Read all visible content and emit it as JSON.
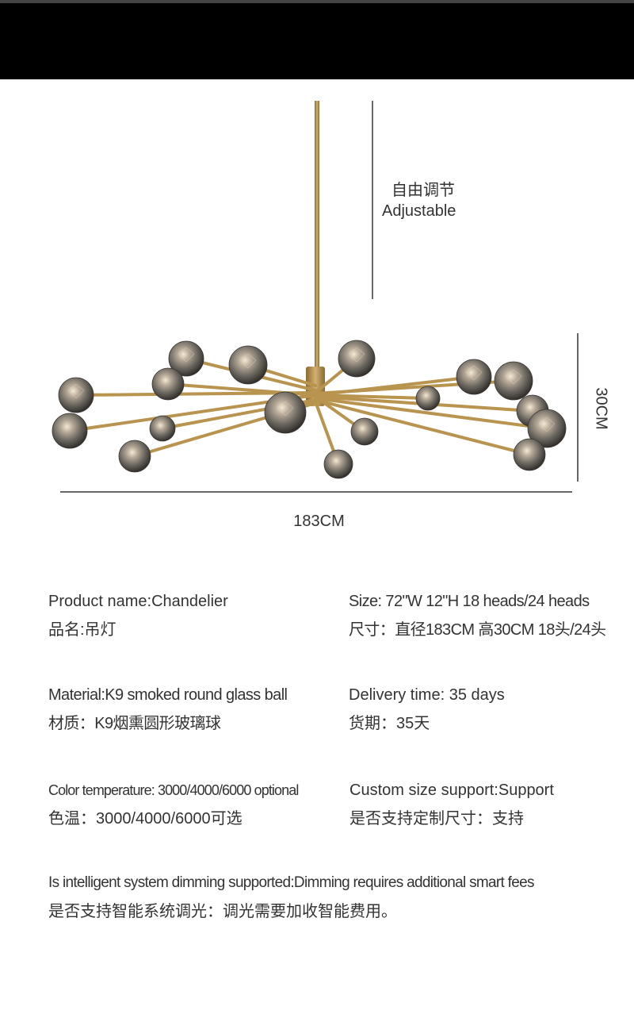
{
  "diagram": {
    "adjustable_cn": "自由调节",
    "adjustable_en": "Adjustable",
    "height": "30CM",
    "width": "183CM"
  },
  "specs": {
    "product_name": {
      "en": "Product name:Chandelier",
      "cn": "品名:吊灯"
    },
    "size": {
      "en": "Size: 72\"W 12\"H 18 heads/24 heads",
      "cn": "尺寸：直径183CM  高30CM 18头/24头"
    },
    "material": {
      "en": "Material:K9 smoked round glass ball",
      "cn": "材质：K9烟熏圆形玻璃球"
    },
    "delivery": {
      "en": "Delivery time: 35 days",
      "cn": "货期：35天"
    },
    "color_temperature": {
      "en": "Color temperature: 3000/4000/6000 optional",
      "cn": "色温：3000/4000/6000可选"
    },
    "custom_size": {
      "en": "Custom size support:Support",
      "cn": "是否支持定制尺寸：支持"
    },
    "dimming": {
      "en": "Is intelligent system dimming supported:Dimming requires additional smart fees",
      "cn": "是否支持智能系统调光：调光需要加收智能费用。"
    }
  }
}
